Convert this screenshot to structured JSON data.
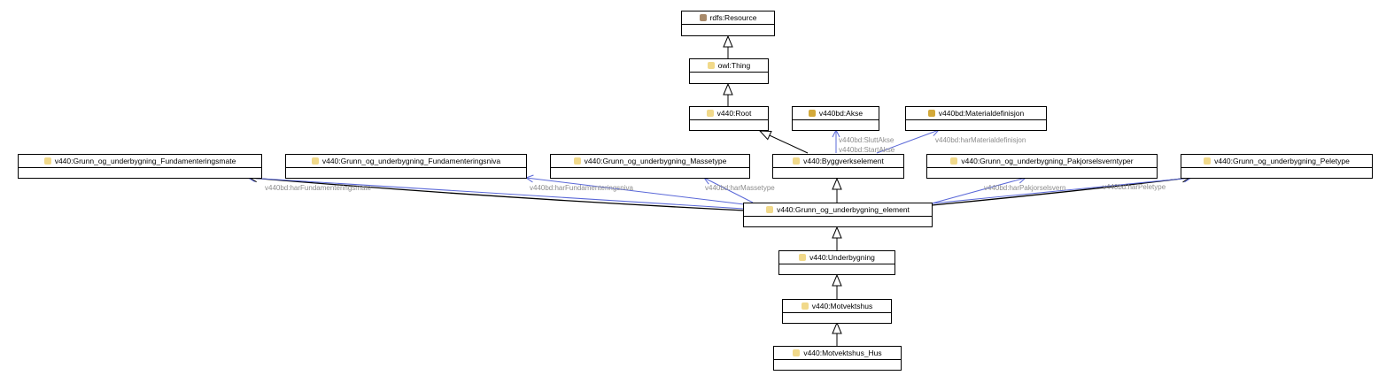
{
  "colors": {
    "resource_dot": "#a88a6a",
    "class_dot": "#f1d98a",
    "datatype_dot": "#d3a93a",
    "property_line": "#5a68d8",
    "inheritance_line": "#000000"
  },
  "nodes": {
    "resource": "rdfs:Resource",
    "thing": "owl:Thing",
    "root": "v440:Root",
    "akse": "v440bd:Akse",
    "materialdef": "v440bd:Materialdefinisjon",
    "byggverk": "v440:Byggverkselement",
    "fundmate": "v440:Grunn_og_underbygning_Fundamenteringsmate",
    "fundniva": "v440:Grunn_og_underbygning_Fundamenteringsniva",
    "massetype": "v440:Grunn_og_underbygning_Massetype",
    "paakjor": "v440:Grunn_og_underbygning_Pakjorselsverntyper",
    "peletype": "v440:Grunn_og_underbygning_Peletype",
    "element": "v440:Grunn_og_underbygning_element",
    "underbygning": "v440:Underbygning",
    "motvektshus": "v440:Motvektshus",
    "motvektshus_hus": "v440:Motvektshus_Hus"
  },
  "edge_labels": {
    "slutt_akse": "v440bd:SluttAkse",
    "start_akse": "v440bd:StartAkse",
    "har_material": "v440bd:harMaterialdefinisjon",
    "har_fund_mate": "v440bd:harFundamenteringsmate",
    "har_fund_niva": "v440bd:harFundamenteringsniva",
    "har_massetype": "v440bd:harMassetype",
    "har_pakjor": "v440bd:harPakjorselsvern",
    "har_peletype": "v440bd:harPeletype"
  }
}
